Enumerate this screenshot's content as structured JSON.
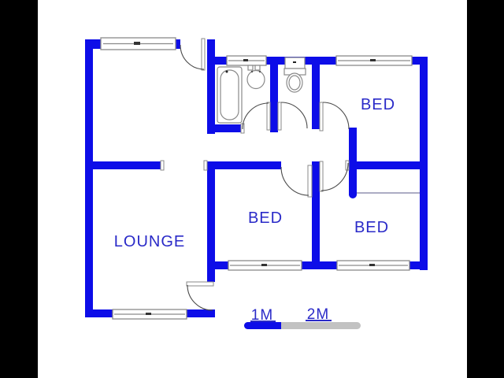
{
  "floor_plan": {
    "rooms": [
      {
        "id": "lounge",
        "label": "LOUNGE"
      },
      {
        "id": "bed-top-right",
        "label": "BED"
      },
      {
        "id": "bed-middle",
        "label": "BED"
      },
      {
        "id": "bed-bottom-right",
        "label": "BED"
      }
    ],
    "scale_bar": {
      "label_1m": "1M",
      "label_2m": "2M"
    },
    "icons": [
      "bathtub-icon",
      "washbasin-icon",
      "toilet-icon",
      "window",
      "door-swing"
    ],
    "colors": {
      "wall": "#0d0de8",
      "label_text": "#2a2ac8",
      "window_border": "#8a8a8a",
      "door_line": "#4a4a4a",
      "cupboard_line": "#9090b0",
      "scale_blue": "#0d0de8",
      "scale_gray": "#c2c2c2",
      "plan_background": "#ffffff",
      "letterbox": "#000000"
    }
  }
}
